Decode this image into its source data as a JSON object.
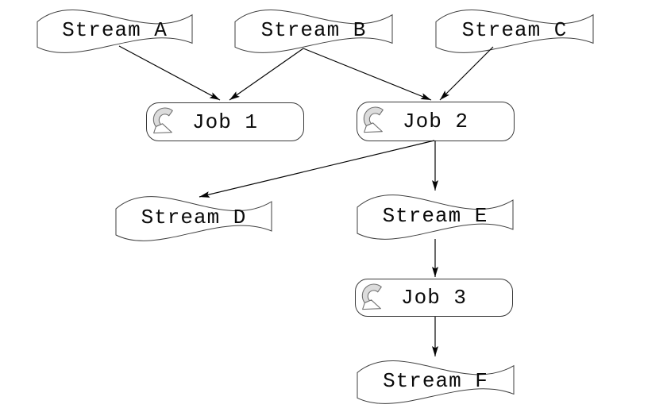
{
  "diagram": {
    "description": "Stream and job pipeline flowchart",
    "colors": {
      "background": "#ffffff",
      "shape_outline": "#3f3f3f",
      "arrow": "#050505",
      "job_icon_band": "#dcdcdc",
      "text": "#0a0a0a"
    },
    "nodes": {
      "stream_a": {
        "label": "Stream A",
        "type": "stream"
      },
      "stream_b": {
        "label": "Stream B",
        "type": "stream"
      },
      "stream_c": {
        "label": "Stream C",
        "type": "stream"
      },
      "job_1": {
        "label": "Job 1",
        "type": "job"
      },
      "job_2": {
        "label": "Job 2",
        "type": "job"
      },
      "stream_d": {
        "label": "Stream D",
        "type": "stream"
      },
      "stream_e": {
        "label": "Stream E",
        "type": "stream"
      },
      "job_3": {
        "label": "Job 3",
        "type": "job"
      },
      "stream_f": {
        "label": "Stream F",
        "type": "stream"
      }
    },
    "edges": [
      {
        "from": "stream_a",
        "to": "job_1"
      },
      {
        "from": "stream_b",
        "to": "job_1"
      },
      {
        "from": "stream_b",
        "to": "job_2"
      },
      {
        "from": "stream_c",
        "to": "job_2"
      },
      {
        "from": "job_2",
        "to": "stream_d"
      },
      {
        "from": "job_2",
        "to": "stream_e"
      },
      {
        "from": "stream_e",
        "to": "job_3"
      },
      {
        "from": "job_3",
        "to": "stream_f"
      }
    ],
    "icons": {
      "job_icon": "loop-arrow-icon"
    }
  }
}
